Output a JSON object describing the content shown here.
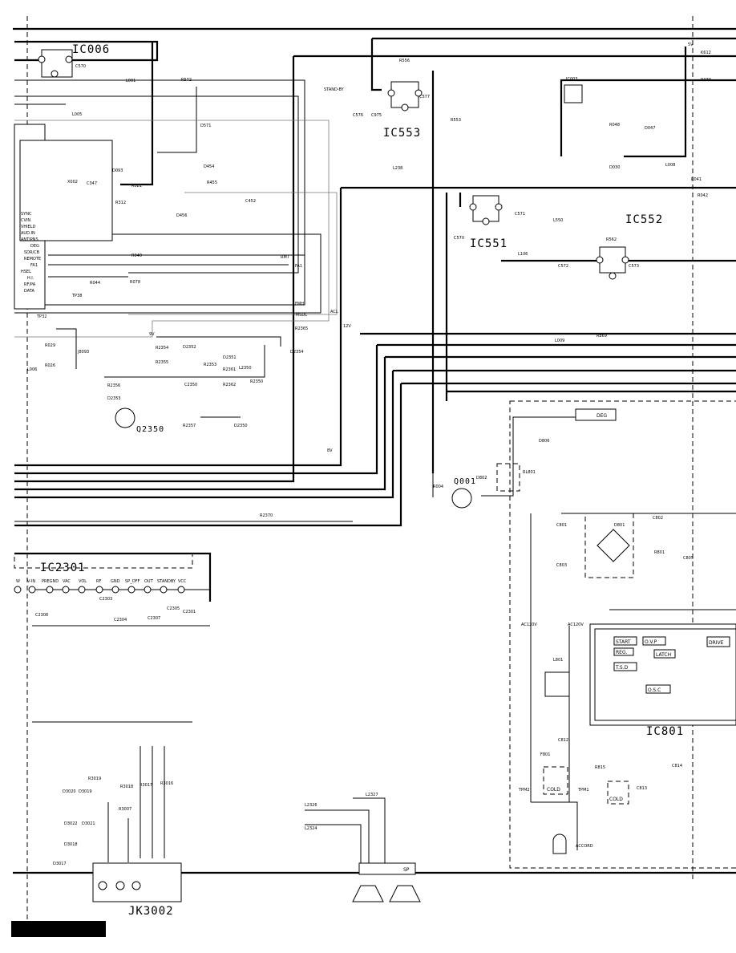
{
  "components": {
    "ic006": "IC006",
    "ic553": "IC553",
    "ic551": "IC551",
    "ic552": "IC552",
    "ic2301": "IC2301",
    "ic801": "IC801",
    "ic003": "IC003",
    "jk3002": "JK3002",
    "q2350": "Q2350",
    "q001": "Q001"
  },
  "labels": {
    "v5": "5V",
    "k612": "K612",
    "stand_by": "STAND-BY",
    "cold1": "COLD",
    "cold2": "COLD",
    "accord": "ACCORD",
    "start": "START",
    "ovp": "O.V.P",
    "reg": "REG.",
    "latch": "LATCH",
    "tsd": "T.S.D",
    "drive": "DRIVE",
    "osc": "O.S.C",
    "sp": "SP",
    "deg": "DEG",
    "ac120v_1": "AC120V",
    "ac120v_2": "AC120V",
    "rmt": "RMT",
    "fa1": "FA1",
    "fmh": "FMH",
    "fmsdl": "FMSDL",
    "acl": "ACL",
    "v12": "12V",
    "v8": "8V",
    "v9": "9V",
    "tpm2": "TPM2",
    "tpm1": "TPM1",
    "tp32": "TP32",
    "tp38": "TP38"
  },
  "parts": {
    "r556": "R556",
    "r553": "R553",
    "c975": "C975",
    "c576": "C576",
    "c577": "C577",
    "l001": "L001",
    "l005": "L005",
    "r572": "R572",
    "d571": "D571",
    "c570": "C570",
    "d454": "D454",
    "r455": "R455",
    "c452": "C452",
    "d456": "D456",
    "d093": "D093",
    "r081": "R081",
    "r312": "R312",
    "x002": "X002",
    "c347": "C347",
    "r040": "R040",
    "r044": "R044",
    "r078": "R078",
    "r029": "R029",
    "r026": "R026",
    "d2352": "D2352",
    "r2354": "R2354",
    "r2355": "R2355",
    "r2353": "R2353",
    "c2350": "C2350",
    "d2351": "D2351",
    "r2361": "R2361",
    "r2362": "R2362",
    "l2350": "L2350",
    "r2350": "R2350",
    "r2365": "R2365",
    "d2354": "D2354",
    "r2356": "R2356",
    "r2357": "R2357",
    "d2350": "D2350",
    "d2353": "D2353",
    "r2370": "R2370",
    "l009": "L009",
    "r869": "R869",
    "l106": "L106",
    "c571": "C571",
    "c570b": "C570",
    "c572": "C572",
    "c573": "C573",
    "r562": "R562",
    "l238": "L238",
    "l550": "L550",
    "r048": "R048",
    "d047": "D047",
    "l008": "L008",
    "d030": "D030",
    "r041": "R041",
    "r042": "R042",
    "r039": "R039",
    "d806": "D806",
    "rl801": "RL801",
    "d802": "D802",
    "r004": "R004",
    "c801": "C801",
    "c802": "C802",
    "c803": "C803",
    "d801": "D801",
    "r801": "R801",
    "c805": "C805",
    "l801": "L801",
    "c812": "C812",
    "f801": "F801",
    "r815": "R815",
    "c813": "C813",
    "c814": "C814",
    "c2303": "C2303",
    "c2304": "C2304",
    "c2307": "C2307",
    "c2305": "C2305",
    "c2301": "C2301",
    "c2308": "C2308",
    "r3017": "R3017",
    "r3016": "R3016",
    "r3018": "R3018",
    "r3019": "R3019",
    "r3007": "R3007",
    "d3020": "D3020",
    "d3019": "D3019",
    "d3022": "D3022",
    "d3021": "D3021",
    "d3018": "D3018",
    "d3017": "D3017",
    "l2326": "L2326",
    "l2327": "L2327",
    "l2324": "L2324",
    "j8093": "J8093",
    "l006": "L006"
  },
  "pins": {
    "ic2301": [
      "W",
      "V-IN",
      "PREGND",
      "VAC",
      "VOL",
      "RF",
      "GND",
      "SP_OFF",
      "OUT",
      "STANDBY",
      "VCC"
    ],
    "micro": [
      "SYNC",
      "CVIN",
      "VHIELD",
      "AUD.IN",
      "ANTIPNS",
      "DEG",
      "SDR/CB",
      "REMOTE",
      "FA1",
      "HSEL",
      "H.I.",
      "RF/PA",
      "DATA"
    ]
  }
}
